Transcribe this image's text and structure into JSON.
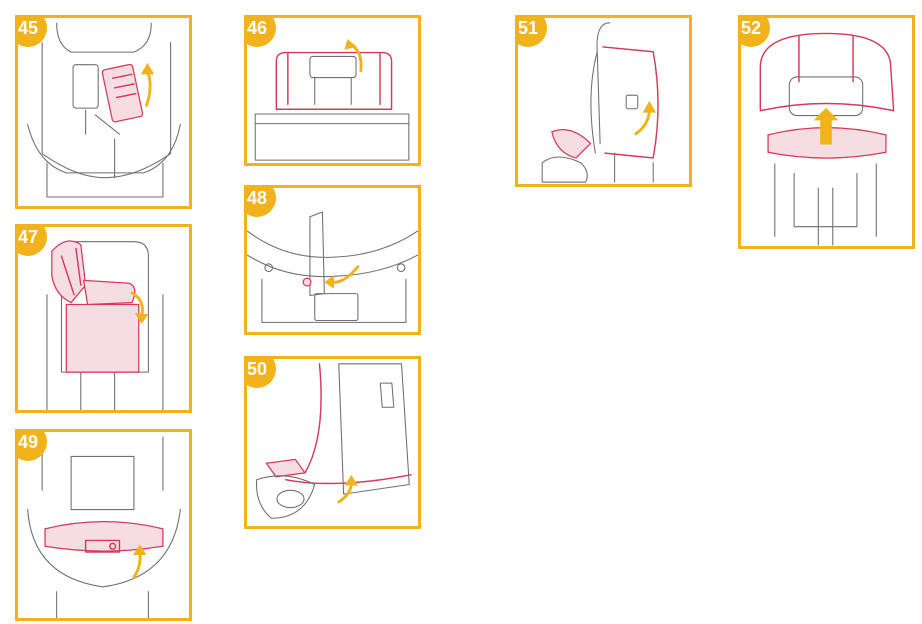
{
  "steps": [
    {
      "number": "45"
    },
    {
      "number": "46"
    },
    {
      "number": "47"
    },
    {
      "number": "48"
    },
    {
      "number": "49"
    },
    {
      "number": "50"
    },
    {
      "number": "51"
    },
    {
      "number": "52"
    }
  ],
  "colors": {
    "accent_frame": "#f2b21b",
    "highlight_part": "#d63a5a",
    "line_art": "#6f6f6f"
  },
  "icons": {
    "direction_arrow": "curved-arrow-icon",
    "lift_arrow": "up-arrow-icon"
  }
}
